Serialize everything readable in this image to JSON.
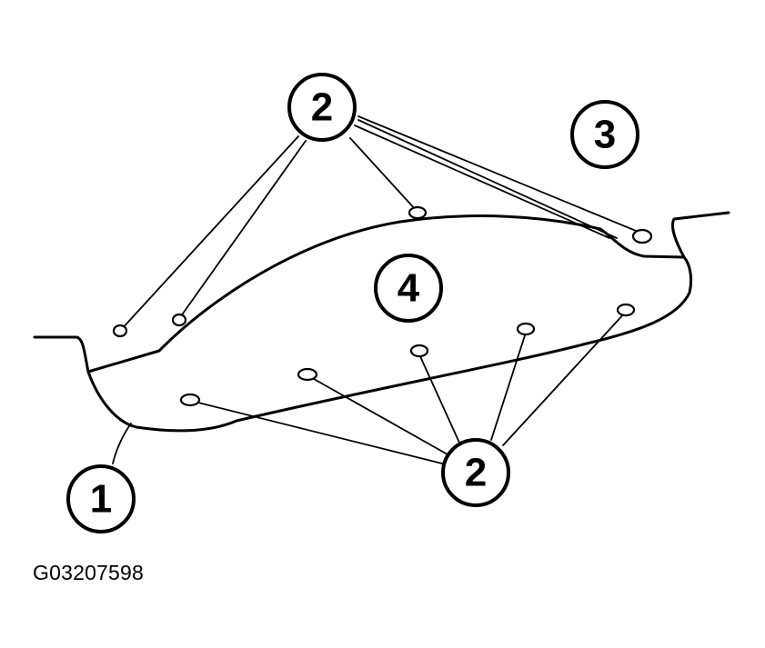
{
  "diagram": {
    "callouts": [
      {
        "label": "2"
      },
      {
        "label": "3"
      },
      {
        "label": "4"
      },
      {
        "label": "2"
      },
      {
        "label": "1"
      }
    ],
    "figure_id": "G03207598"
  }
}
